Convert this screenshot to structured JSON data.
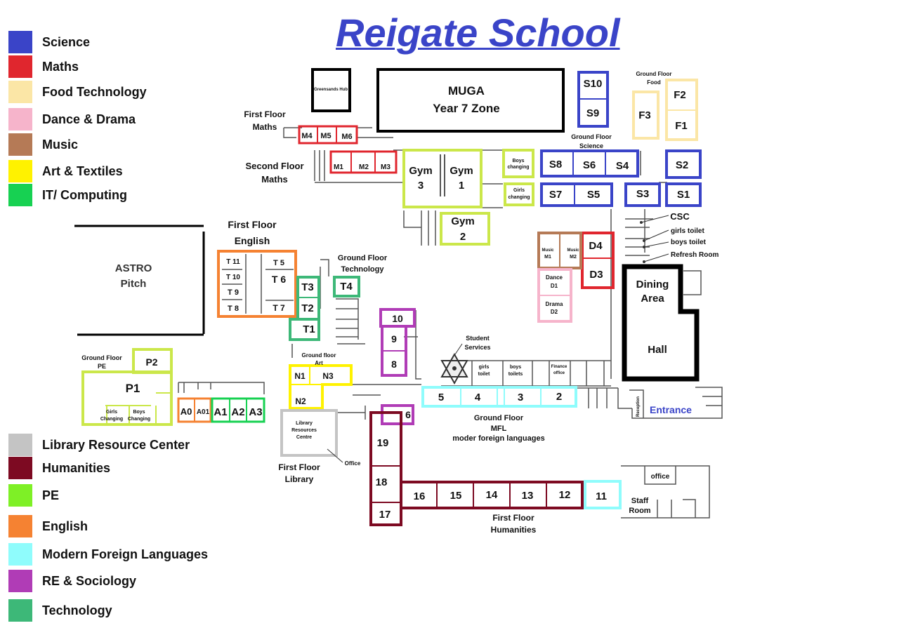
{
  "title": "Reigate School",
  "colors": {
    "science": "#3a44c8",
    "maths": "#e0262e",
    "food": "#fbe6a6",
    "dance": "#f6b4cb",
    "music": "#b57a56",
    "art": "#fff200",
    "it": "#17d152",
    "library": "#c4c4c4",
    "humanities": "#7d0a22",
    "pe": "#7ef026",
    "english": "#f58232",
    "mfl": "#8ffcfc",
    "re": "#b03cb6",
    "technology": "#3db878"
  },
  "legend_top": [
    {
      "label": "Science",
      "color": "#3a44c8"
    },
    {
      "label": "Maths",
      "color": "#e0262e"
    },
    {
      "label": "Food Technology",
      "color": "#fbe6a6"
    },
    {
      "label": "Dance & Drama",
      "color": "#f6b4cb"
    },
    {
      "label": "Music",
      "color": "#b57a56"
    },
    {
      "label": "Art & Textiles",
      "color": "#fff200"
    },
    {
      "label": "IT/ Computing",
      "color": "#17d152"
    }
  ],
  "legend_bottom": [
    {
      "label": "Library Resource Center",
      "color": "#c4c4c4"
    },
    {
      "label": "Humanities",
      "color": "#7d0a22"
    },
    {
      "label": "PE",
      "color": "#7ef026"
    },
    {
      "label": "English",
      "color": "#f58232"
    },
    {
      "label": "Modern Foreign Languages",
      "color": "#8ffcfc"
    },
    {
      "label": "RE & Sociology",
      "color": "#b03cb6"
    },
    {
      "label": "Technology",
      "color": "#3db878"
    }
  ],
  "areas": {
    "greensands_hub": "Greensands Hub",
    "muga_line1": "MUGA",
    "muga_line2": "Year 7 Zone",
    "astro_line1": "ASTRO",
    "astro_line2": "Pitch",
    "dining_line1": "Dining",
    "dining_line2": "Area",
    "hall": "Hall",
    "entrance": "Entrance",
    "staff_room_line1": "Staff",
    "staff_room_line2": "Room",
    "office": "Office",
    "office_lower": "office",
    "student_services_line1": "Student",
    "student_services_line2": "Services",
    "girls_toilet": "girls",
    "girls_toilet2": "toilet",
    "boys_toilets": "boys",
    "boys_toilets2": "toilets",
    "finance_office": "Finance",
    "finance_office2": "office",
    "reception": "Reception",
    "csc": "CSC",
    "girls_toilet_side": "girls toilet",
    "boys_toilet_side": "boys toilet",
    "refresh_room": "Refresh Room",
    "library_centre1": "Library",
    "library_centre2": "Resources",
    "library_centre3": "Centre",
    "boys_changing1": "Boys",
    "boys_changing2": "changing",
    "girls_changing1": "Girls",
    "girls_changing2": "changing",
    "p1_girls1": "Girls",
    "p1_girls2": "Changing",
    "p1_boys1": "Boys",
    "p1_boys2": "Changing"
  },
  "labels": {
    "first_floor_maths1": "First Floor",
    "first_floor_maths2": "Maths",
    "second_floor_maths1": "Second Floor",
    "second_floor_maths2": "Maths",
    "first_floor_english1": "First Floor",
    "first_floor_english2": "English",
    "ground_floor_tech1": "Ground Floor",
    "ground_floor_tech2": "Technology",
    "ground_floor_science1": "Ground Floor",
    "ground_floor_science2": "Science",
    "ground_floor_food1": "Ground Floor",
    "ground_floor_food2": "Food",
    "ground_floor_pe1": "Ground Floor",
    "ground_floor_pe2": "PE",
    "ground_floor_art1": "Ground floor",
    "ground_floor_art2": "Art",
    "first_floor_library1": "First Floor",
    "first_floor_library2": "Library",
    "ground_floor_mfl1": "Ground Floor",
    "ground_floor_mfl2": "MFL",
    "ground_floor_mfl3": "moder foreign languages",
    "first_floor_humanities1": "First Floor",
    "first_floor_humanities2": "Humanities"
  },
  "rooms": {
    "S10": "S10",
    "S9": "S9",
    "F2": "F2",
    "F1": "F1",
    "F3": "F3",
    "S8": "S8",
    "S6": "S6",
    "S4": "S4",
    "S2": "S2",
    "S7": "S7",
    "S5": "S5",
    "S3": "S3",
    "S1": "S1",
    "M4": "M4",
    "M5": "M5",
    "M6": "M6",
    "M1": "M1",
    "M2": "M2",
    "M3": "M3",
    "Gym3a": "Gym",
    "Gym3b": "3",
    "Gym1a": "Gym",
    "Gym1b": "1",
    "Gym2a": "Gym",
    "Gym2b": "2",
    "T11": "T 11",
    "T10": "T 10",
    "T9": "T 9",
    "T8": "T 8",
    "T5": "T 5",
    "T6": "T 6",
    "T7": "T 7",
    "T3": "T3",
    "T2": "T2",
    "T1": "T1",
    "T4": "T4",
    "D4": "D4",
    "D3": "D3",
    "MusicM1a": "Music",
    "MusicM1b": "M1",
    "MusicM2a": "Music",
    "MusicM2b": "M2",
    "Dance1": "Dance",
    "Dance2": "D1",
    "Drama1": "Drama",
    "Drama2": "D2",
    "R10": "10",
    "R9": "9",
    "R8": "8",
    "R6": "6",
    "N1": "N1",
    "N3": "N3",
    "N2": "N2",
    "A0": "A0",
    "A01": "A01",
    "A1": "A1",
    "A2": "A2",
    "A3": "A3",
    "P1": "P1",
    "P2": "P2",
    "L5": "5",
    "L4": "4",
    "L3": "3",
    "L2": "2",
    "L11": "11",
    "H19": "19",
    "H18": "18",
    "H17": "17",
    "H16": "16",
    "H15": "15",
    "H14": "14",
    "H13": "13",
    "H12": "12"
  }
}
